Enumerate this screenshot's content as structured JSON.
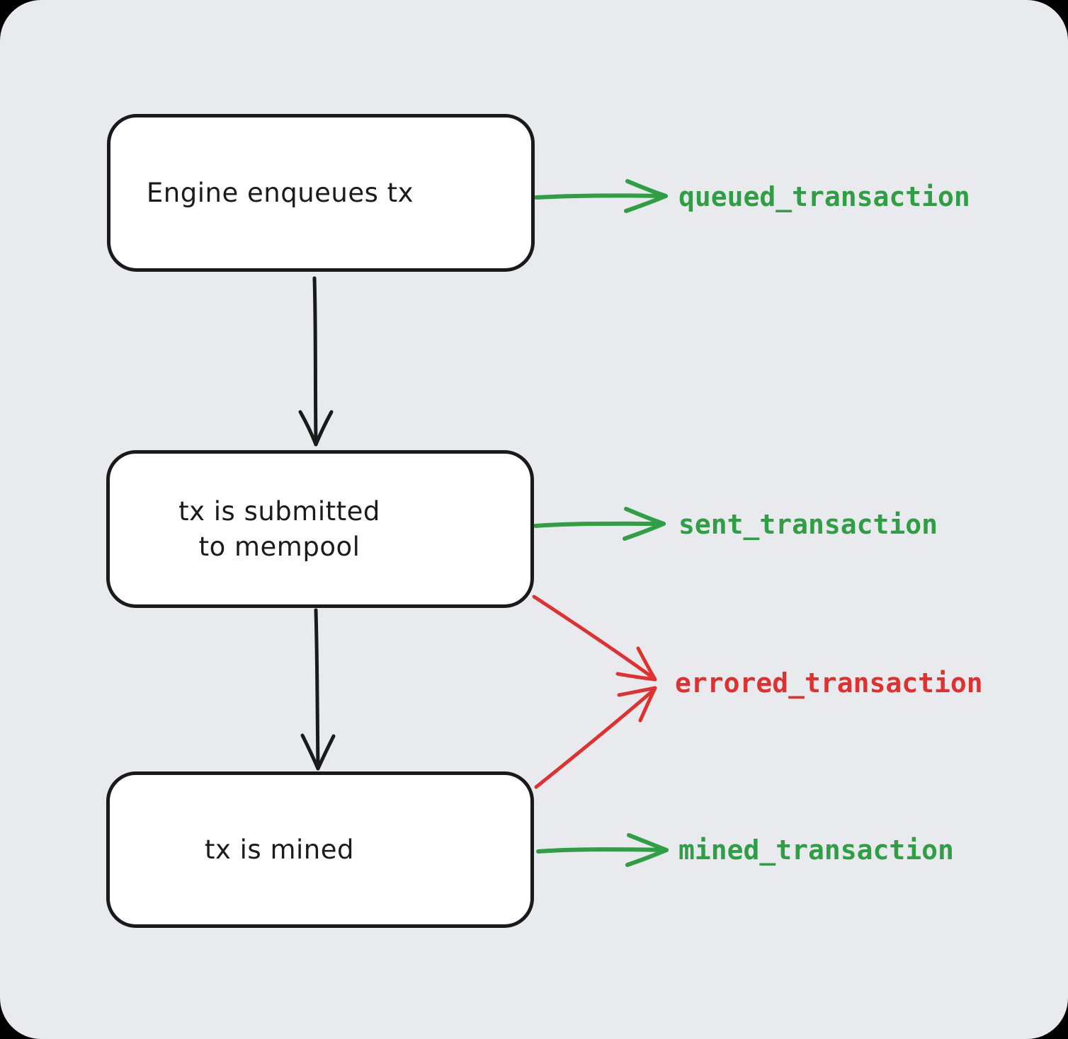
{
  "flow": {
    "nodes": [
      {
        "id": "enqueue",
        "label": "Engine enqueues tx"
      },
      {
        "id": "mempool",
        "label": "tx is submitted to mempool",
        "line1": "tx is submitted",
        "line2": "to mempool"
      },
      {
        "id": "mined",
        "label": "tx is mined"
      }
    ],
    "events": [
      {
        "id": "queued",
        "label": "queued_transaction",
        "color": "#2f9e44",
        "status": "success"
      },
      {
        "id": "sent",
        "label": "sent_transaction",
        "color": "#2f9e44",
        "status": "success"
      },
      {
        "id": "errored",
        "label": "errored_transaction",
        "color": "#e03131",
        "status": "error"
      },
      {
        "id": "mined",
        "label": "mined_transaction",
        "color": "#2f9e44",
        "status": "success"
      }
    ],
    "edges": [
      {
        "from": "enqueue",
        "to": "mempool",
        "color": "#1a1a1a"
      },
      {
        "from": "mempool",
        "to": "mined",
        "color": "#1a1a1a"
      },
      {
        "from": "enqueue",
        "to": "queued_transaction",
        "color": "#2f9e44"
      },
      {
        "from": "mempool",
        "to": "sent_transaction",
        "color": "#2f9e44"
      },
      {
        "from": "mempool",
        "to": "errored_transaction",
        "color": "#e03131"
      },
      {
        "from": "mined",
        "to": "errored_transaction",
        "color": "#e03131"
      },
      {
        "from": "mined",
        "to": "mined_transaction",
        "color": "#2f9e44"
      }
    ],
    "colors": {
      "canvas_background": "#e9eaed",
      "node_fill": "#ffffff",
      "node_stroke": "#1a1a1a",
      "success": "#2f9e44",
      "error": "#e03131"
    }
  }
}
